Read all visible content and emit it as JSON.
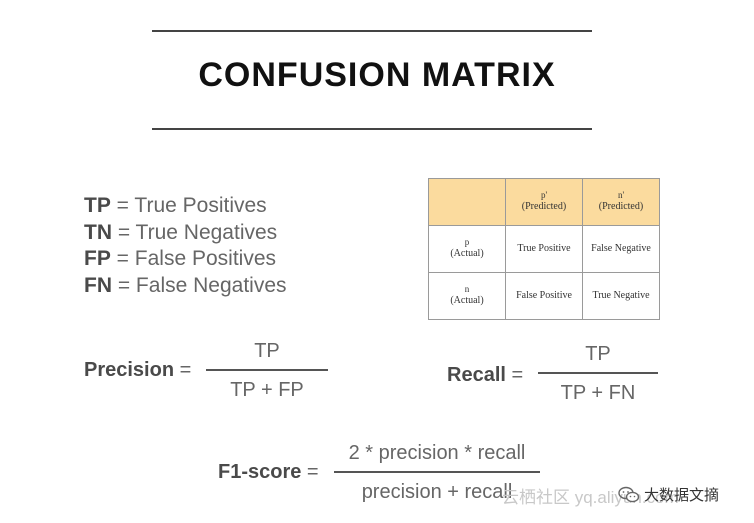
{
  "title": "CONFUSION MATRIX",
  "definitions": [
    {
      "abbr": "TP",
      "text": " = True Positives"
    },
    {
      "abbr": "TN",
      "text": " = True Negatives"
    },
    {
      "abbr": "FP",
      "text": " = False Positives"
    },
    {
      "abbr": "FN",
      "text": " = False Negatives"
    }
  ],
  "matrix": {
    "header": [
      {
        "symbol": "p'",
        "label": "(Predicted)"
      },
      {
        "symbol": "n'",
        "label": "(Predicted)"
      }
    ],
    "rows": [
      {
        "symbol": "p",
        "label": "(Actual)",
        "cells": [
          "True Positive",
          "False Negative"
        ]
      },
      {
        "symbol": "n",
        "label": "(Actual)",
        "cells": [
          "False Positive",
          "True Negative"
        ]
      }
    ],
    "header_color": "#fbdb9e"
  },
  "precision": {
    "label": "Precision",
    "eq": " =",
    "numerator": "TP",
    "denominator": "TP + FP"
  },
  "recall": {
    "label": "Recall",
    "eq": " =",
    "numerator": "TP",
    "denominator": "TP + FN"
  },
  "f1": {
    "label": "F1-score",
    "eq": " =",
    "numerator": "2 * precision * recall",
    "denominator": "precision + recall"
  },
  "watermark": {
    "text": "云栖社区 yq.aliyun.com",
    "channel": "大数据文摘",
    "icon": "wechat-icon"
  }
}
